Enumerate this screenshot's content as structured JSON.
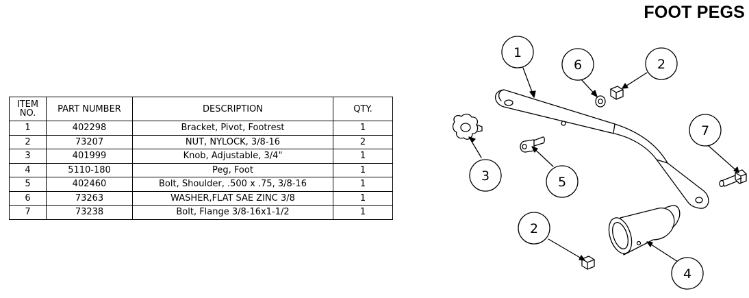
{
  "title": "FOOT PEGS",
  "table": {
    "headers": {
      "item": "ITEM NO.",
      "part_number": "PART NUMBER",
      "description": "DESCRIPTION",
      "qty": "QTY."
    },
    "rows": [
      {
        "item": "1",
        "part_number": "402298",
        "description": "Bracket, Pivot, Footrest",
        "qty": "1"
      },
      {
        "item": "2",
        "part_number": "73207",
        "description": "NUT, NYLOCK, 3/8-16",
        "qty": "2"
      },
      {
        "item": "3",
        "part_number": "401999",
        "description": "Knob, Adjustable, 3/4\"",
        "qty": "1"
      },
      {
        "item": "4",
        "part_number": "5110-180",
        "description": "Peg, Foot",
        "qty": "1"
      },
      {
        "item": "5",
        "part_number": "402460",
        "description": "Bolt, Shoulder, .500 x .75, 3/8-16",
        "qty": "1"
      },
      {
        "item": "6",
        "part_number": "73263",
        "description": "WASHER,FLAT SAE ZINC 3/8",
        "qty": "1"
      },
      {
        "item": "7",
        "part_number": "73238",
        "description": "Bolt, Flange 3/8-16x1-1/2",
        "qty": "1"
      }
    ]
  },
  "balloons": {
    "b1": "1",
    "b6": "6",
    "b2a": "2",
    "b7": "7",
    "b3": "3",
    "b5": "5",
    "b2b": "2",
    "b4": "4"
  }
}
